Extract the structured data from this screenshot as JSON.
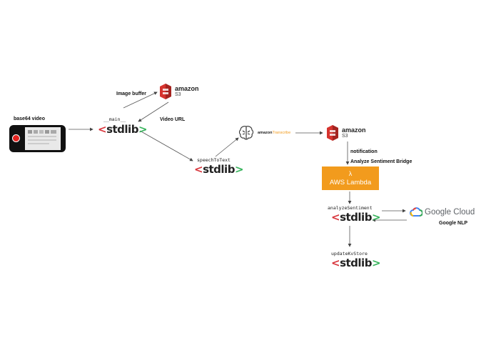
{
  "labels": {
    "base64_video": "base64 video",
    "image_buffer": "Image buffer",
    "video_url": "Video URL",
    "notification": "notification",
    "analyze_bridge": "Analyze Sentiment Bridge",
    "google_nlp": "Google NLP"
  },
  "functions": {
    "main": "__main__",
    "speech": "speechToText",
    "analyze": "analyzeSentiment",
    "update": "updateKvStore"
  },
  "stdlib": {
    "left": "<",
    "word": "stdlib",
    "right": ">"
  },
  "s3": {
    "brand": "amazon",
    "product": "S3"
  },
  "transcribe": {
    "brand": "amazon",
    "product": "Transcribe"
  },
  "lambda": {
    "icon": "λ",
    "label": "AWS Lambda"
  },
  "google_cloud": {
    "label": "Google Cloud"
  },
  "colors": {
    "s3_red": "#d6332e",
    "lambda_orange": "#f29b1d",
    "stdlib_red": "#d8343b",
    "stdlib_green": "#37b45c",
    "google_blue": "#4285f4",
    "google_red": "#ea4335",
    "google_yellow": "#fbbc05",
    "google_green": "#34a853"
  },
  "icons": [
    "video-phone-icon",
    "amazon-s3-icon",
    "brain-icon",
    "lambda-icon",
    "google-cloud-icon"
  ]
}
